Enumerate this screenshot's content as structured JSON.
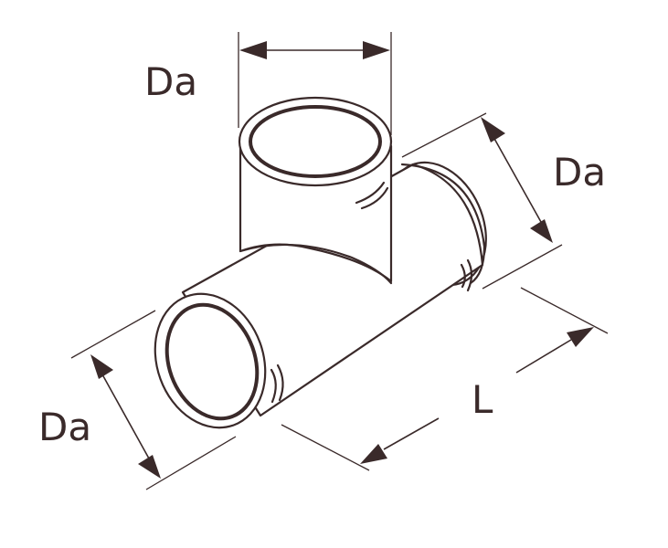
{
  "labels": {
    "top_diameter": "Da",
    "right_diameter": "Da",
    "left_diameter": "Da",
    "length": "L"
  }
}
